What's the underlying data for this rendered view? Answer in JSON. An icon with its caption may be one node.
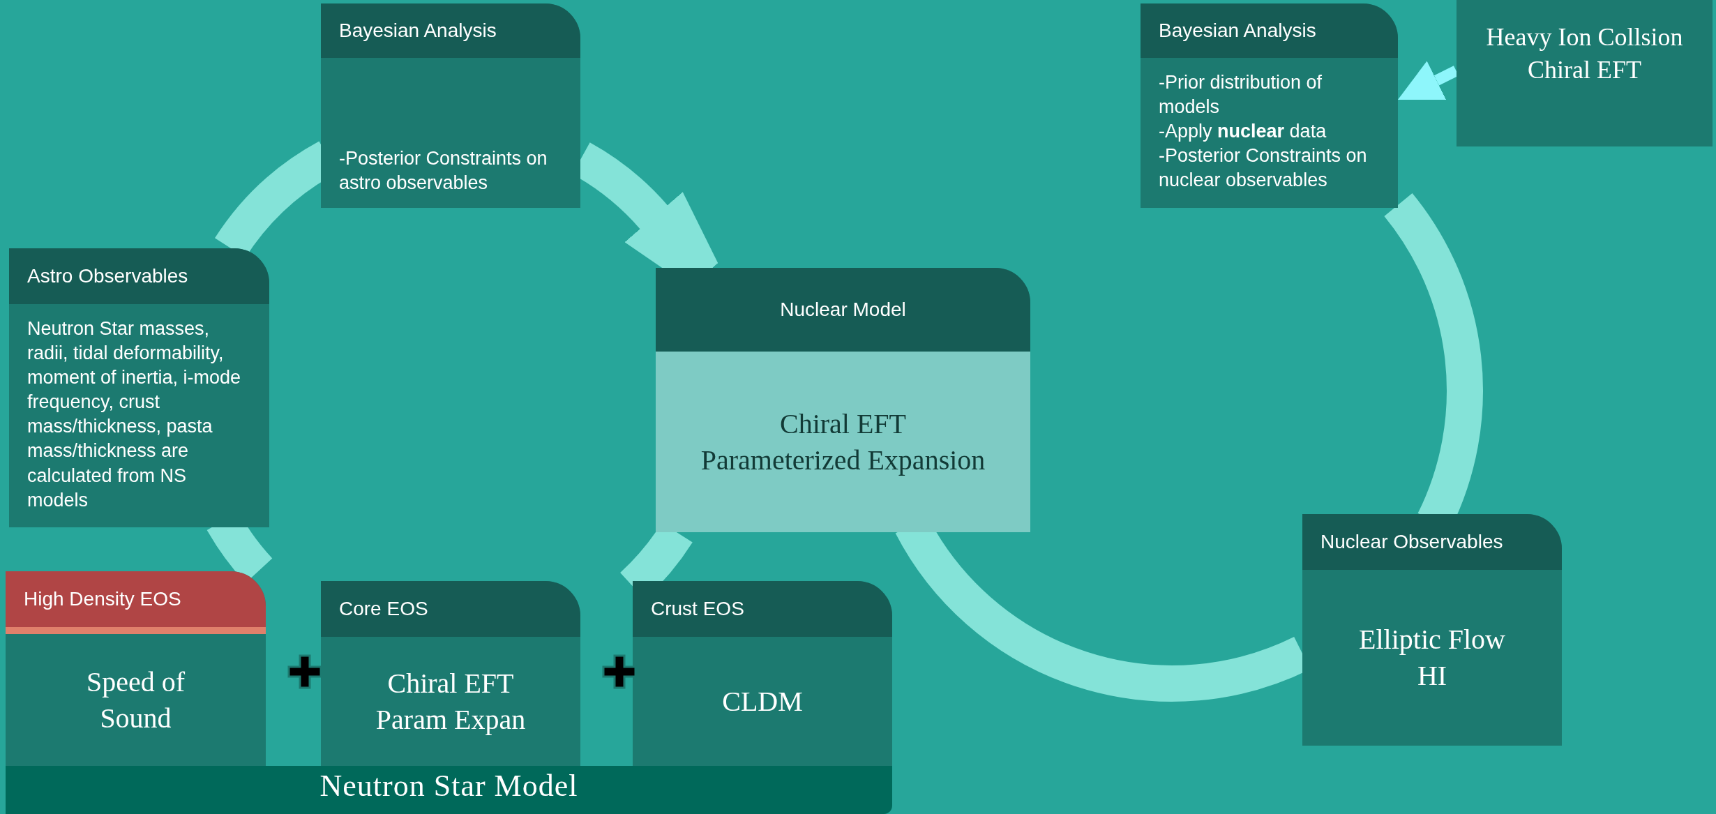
{
  "diagram": {
    "nodes": [
      {
        "text": [
          "Bayesian Analysis",
          "-Posterior Constraints on astro observables"
        ]
      },
      {
        "text": [
          "Astro Observables",
          "Neutron Star masses, radii, tidal deformability, moment of inertia, i-mode frequency, crust mass/thickness, pasta mass/thickness are calculated from NS models"
        ]
      },
      {
        "text": [
          "Nuclear Model",
          "Chiral EFT Parameterized Expansion"
        ]
      },
      {
        "text": [
          "Bayesian Analysis",
          "-Prior distribution of models",
          "-Apply **nuclear** data",
          "-Posterior Constraints on nuclear observables"
        ]
      },
      {
        "text": [
          "Heavy Ion Collsion Chiral EFT"
        ]
      },
      {
        "text": [
          "Nuclear Observables",
          "Elliptic Flow HI"
        ]
      },
      {
        "text": [
          "Neutron Star Model"
        ]
      },
      {
        "text": [
          "High Density EOS",
          "Speed of Sound"
        ]
      },
      {
        "text": [
          "Core EOS",
          "Chiral EFT Param Expan"
        ]
      },
      {
        "text": [
          "Crust EOS",
          "CLDM"
        ]
      }
    ],
    "edges": [
      {
        "from": 7,
        "to": 1,
        "arrow": "none"
      },
      {
        "from": 1,
        "to": 0,
        "arrow": "none"
      },
      {
        "from": 0,
        "to": 2,
        "arrow": "to"
      },
      {
        "from": 2,
        "to": 9,
        "arrow": "none"
      },
      {
        "from": 3,
        "to": 5,
        "arrow": "none"
      },
      {
        "from": 5,
        "to": 2,
        "arrow": "none"
      },
      {
        "from": 4,
        "to": 3,
        "arrow": "to",
        "color": "#8ef6fb"
      }
    ]
  }
}
